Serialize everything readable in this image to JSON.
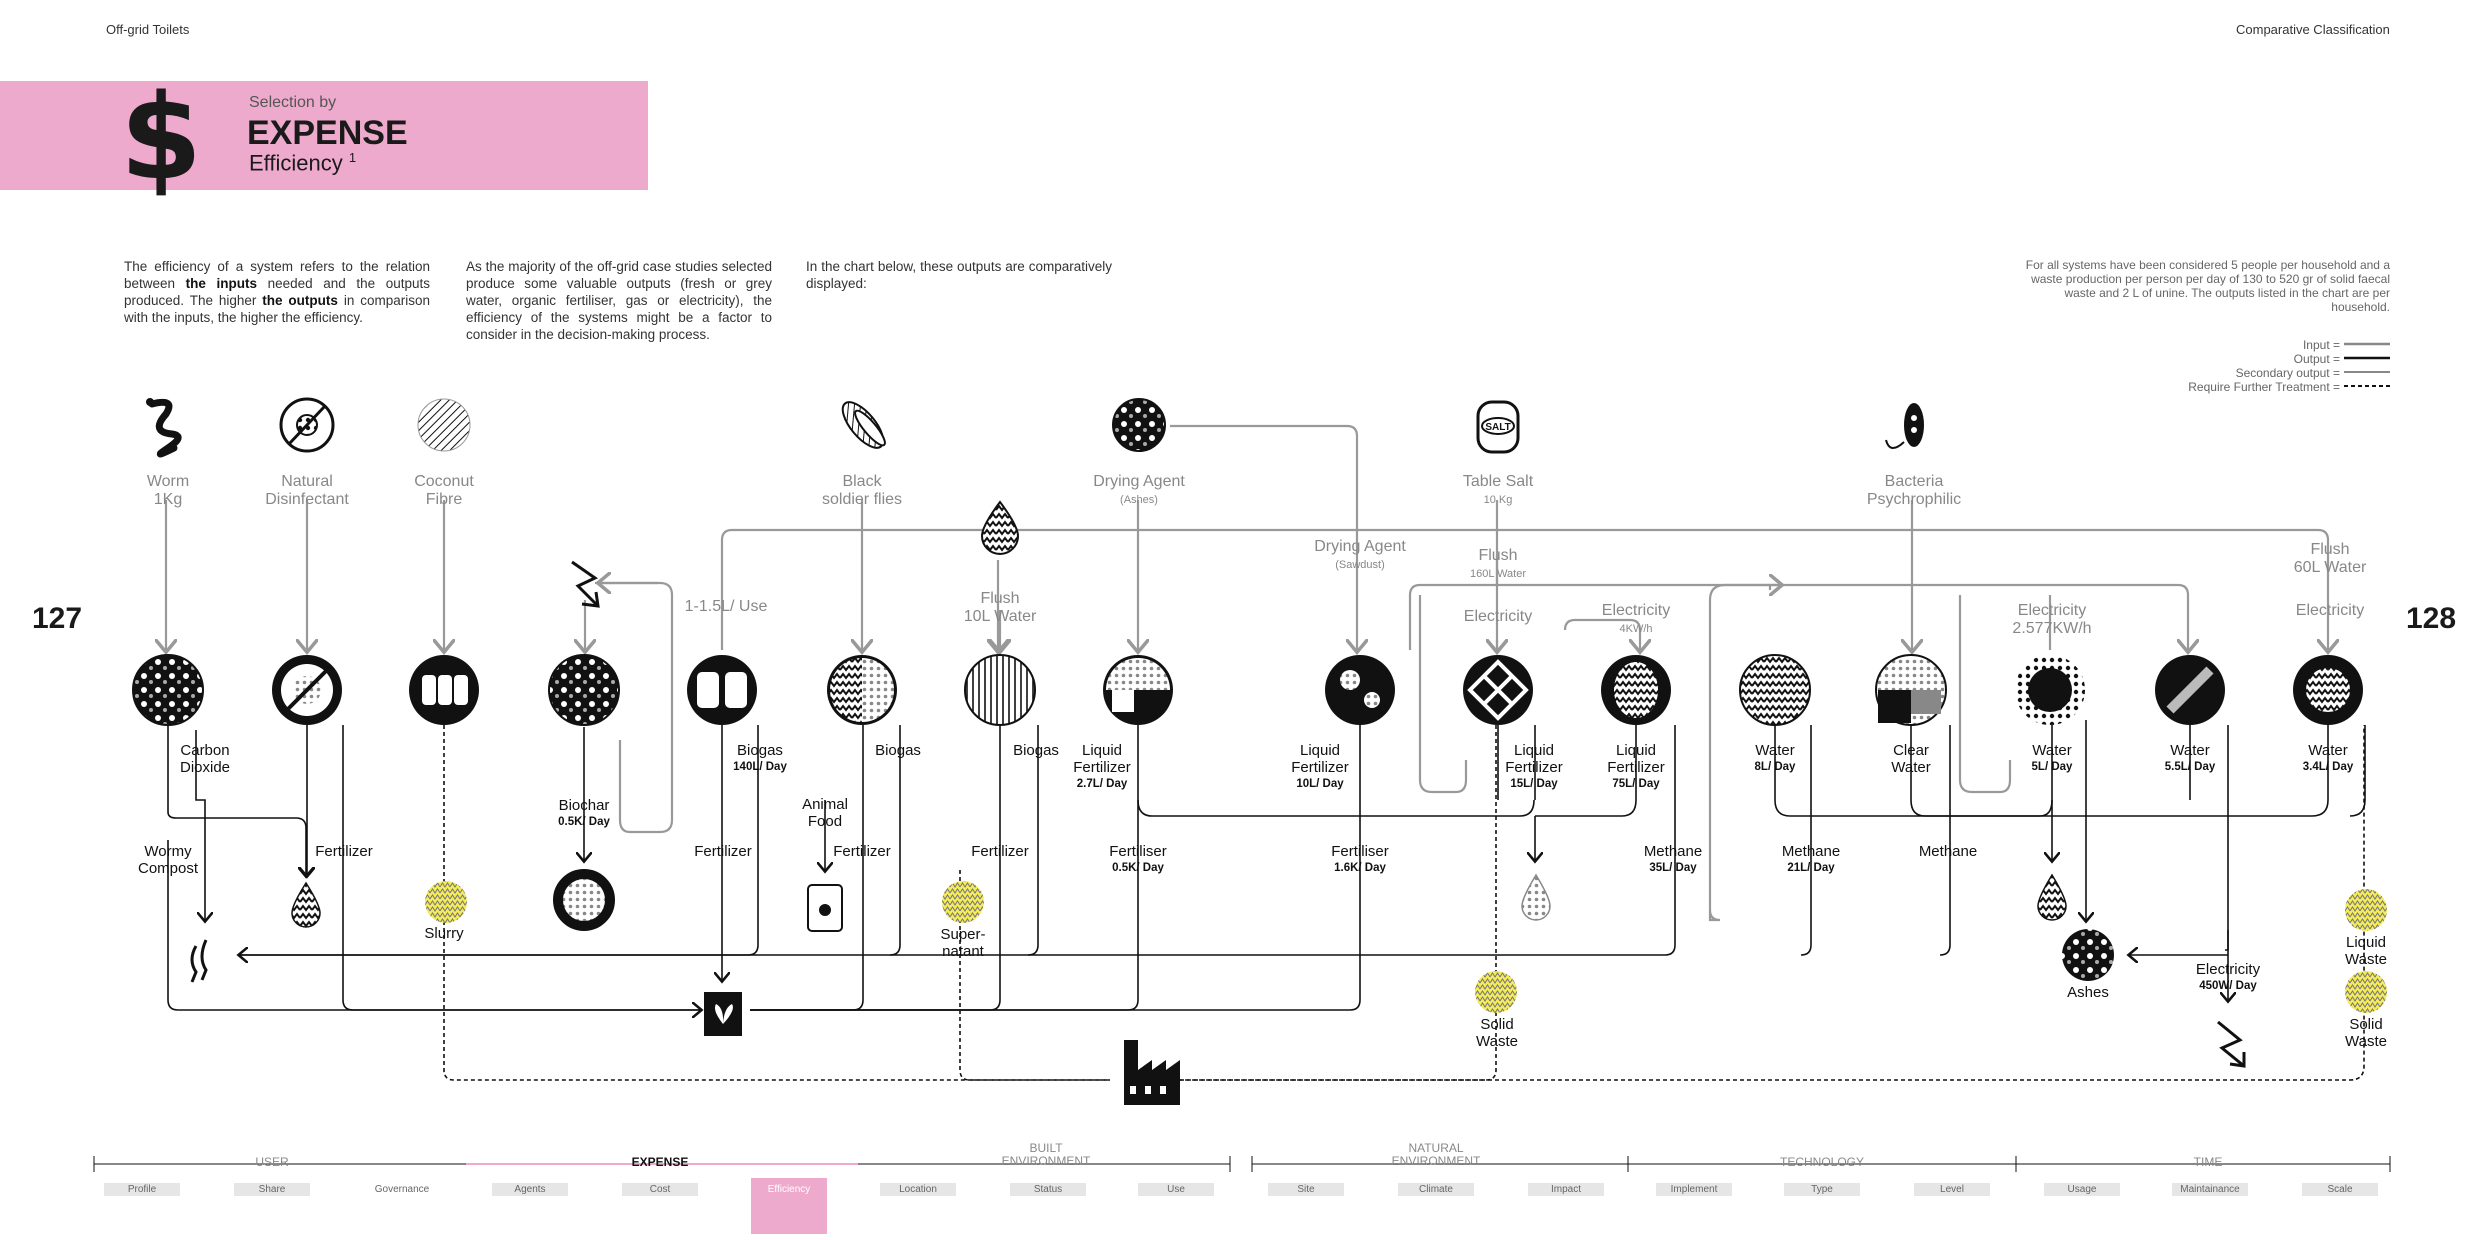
{
  "header": {
    "left_title": "Off-grid Toilets",
    "right_title": "Comparative Classification"
  },
  "banner": {
    "selection_by": "Selection by",
    "title": "EXPENSE",
    "subtitle": "Efficiency",
    "footnote": "1",
    "icon": "dollar-icon"
  },
  "intro": {
    "p1_a": "The efficiency of a system refers to the relation between ",
    "p1_b": "the inputs",
    "p1_c": " needed and the outputs produced. The higher ",
    "p1_d": "the outputs",
    "p1_e": " in comparison with the inputs, the higher the efficiency.",
    "p2": "As the majority of the off-grid case studies selected produce some valuable outputs (fresh or grey water, organic fertiliser, gas or electricity), the efficiency of the systems might be a factor to consider in the decision-making process.",
    "p3": "In the chart below, these outputs are comparatively displayed:"
  },
  "note": "For all systems have been considered 5 people per household and a waste production  per person per day of 130 to 520 gr of solid faecal waste and 2  L of unine. The outputs listed in the chart are per household.",
  "legend": {
    "input": "Input =",
    "output": "Output =",
    "secondary": "Secondary output =",
    "further": "Require Further Treatment ="
  },
  "pages": {
    "left": "127",
    "right": "128"
  },
  "inputs": {
    "worm": "Worm",
    "worm_qty": "1Kg",
    "natural": "Natural",
    "disinfectant": "Disinfectant",
    "coconut": "Coconut",
    "fibre": "Fibre",
    "black": "Black",
    "soldier": "soldier flies",
    "drying_agent": "Drying Agent",
    "ashes_small": "(Ashes)",
    "table_salt": "Table Salt",
    "salt_qty": "10 Kg",
    "salt_text": "SALT",
    "bacteria": "Bacteria",
    "psychrophilic": "Psychrophilic",
    "use": "1-1.5L/ Use",
    "flush10": "Flush",
    "flush10_b": "10L Water",
    "drying_agent2": "Drying Agent",
    "sawdust": "(Sawdust)",
    "flush160": "Flush",
    "flush160_b": "160L Water",
    "flush60": "Flush",
    "flush60_b": "60L Water",
    "electricity1": "Electricity",
    "electricity2": "Electricity",
    "electricity2_b": "4KW/h",
    "electricity3": "Electricity",
    "electricity3_b": "2.577KW/h",
    "electricity4": "Electricity"
  },
  "outputs": {
    "carbon": "Carbon",
    "dioxide": "Dioxide",
    "wormy": "Wormy",
    "compost": "Compost",
    "fertilizer1": "Fertilizer",
    "slurry": "Slurry",
    "biochar": "Biochar",
    "biochar_qty": "0.5K/ Day",
    "biogas1": "Biogas",
    "biogas1_qty": "140L/ Day",
    "fertilizer2": "Fertilizer",
    "animal": "Animal",
    "food": "Food",
    "biogas2": "Biogas",
    "fertilizer3": "Fertilizer",
    "biogas3": "Biogas",
    "fertilizer4": "Fertilizer",
    "super": "Super-",
    "natant": "natant",
    "liquid1": "Liquid",
    "fert1": "Fertilizer",
    "liquid1_qty": "2.7L/ Day",
    "fertiliser5": "Fertiliser",
    "fertiliser5_qty": "0.5K/ Day",
    "liquid2": "Liquid",
    "fert2": "Fertilizer",
    "liquid2_qty": "10L/ Day",
    "fertiliser6": "Fertiliser",
    "fertiliser6_qty": "1.6K/ Day",
    "liquid3": "Liquid",
    "fert3": "Fertilizer",
    "liquid3_qty": "15L/ Day",
    "liquid4": "Liquid",
    "fert4": "Fertilizer",
    "liquid4_qty": "75L/ Day",
    "methane1": "Methane",
    "methane1_qty": "35L/ Day",
    "solid1": "Solid",
    "waste1": "Waste",
    "water1": "Water",
    "water1_qty": "8L/ Day",
    "methane2": "Methane",
    "methane2_qty": "21L/ Day",
    "clear": "Clear",
    "water_c": "Water",
    "methane3": "Methane",
    "water2": "Water",
    "water2_qty": "5L/ Day",
    "water3": "Water",
    "water3_qty": "5.5L/ Day",
    "water4": "Water",
    "water4_qty": "3.4L/ Day",
    "ashes": "Ashes",
    "electricity5": "Electricity",
    "electricity5_qty": "450W/ Day",
    "liquid_w": "Liquid",
    "waste_l": "Waste",
    "solid2": "Solid",
    "waste2": "Waste"
  },
  "nav": {
    "categories": [
      "USER",
      "EXPENSE",
      "BUILT ENVIRONMENT",
      "NATURAL ENVIRONMENT",
      "TECHNOLOGY",
      "TIME"
    ],
    "tabs": [
      "Profile",
      "Share",
      "Governance",
      "Agents",
      "Cost",
      "Efficiency",
      "Location",
      "Status",
      "Use",
      "Site",
      "Climate",
      "Impact",
      "Implement",
      "Type",
      "Level",
      "Usage",
      "Maintainance",
      "Scale"
    ]
  },
  "colors": {
    "accent_pink": "#eeaacc",
    "highlight_yellow": "#f5ec5a",
    "input_gray": "#999999",
    "output_black": "#111111"
  }
}
